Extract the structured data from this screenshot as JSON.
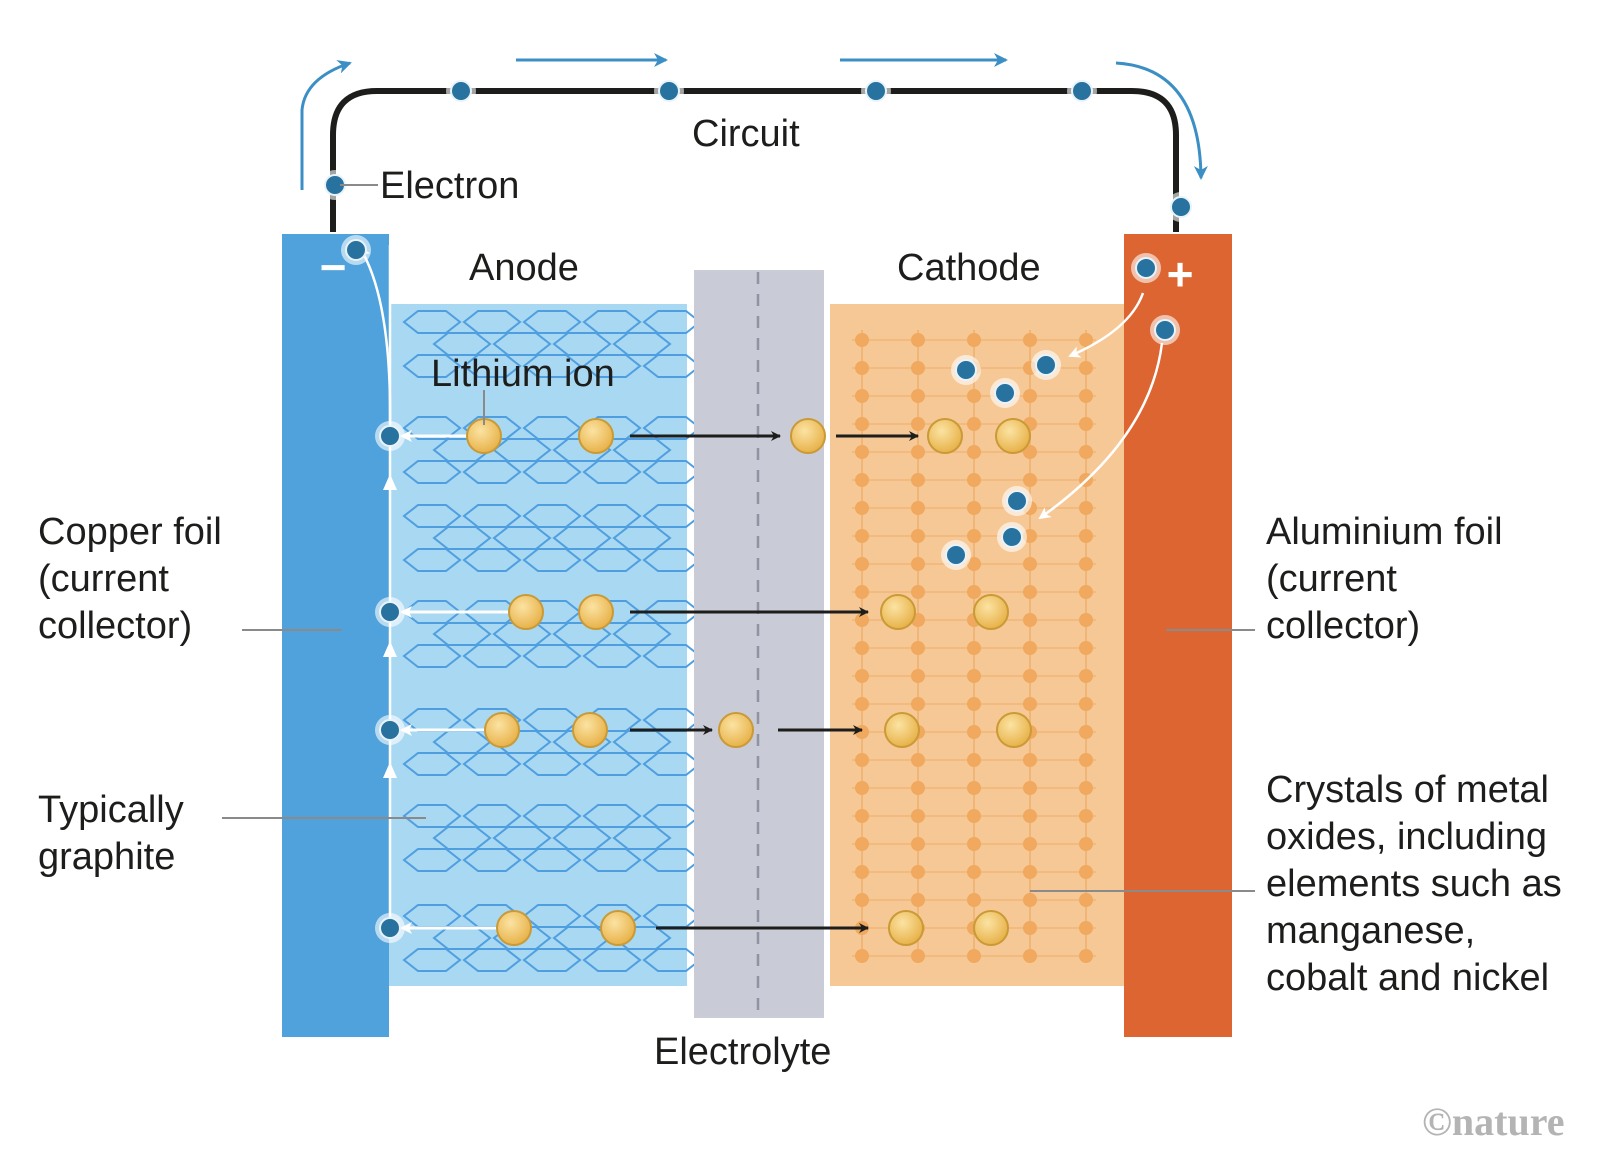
{
  "labels": {
    "circuit": "Circuit",
    "electron": "Electron",
    "anode": "Anode",
    "cathode": "Cathode",
    "lithium_ion": "Lithium ion",
    "electrolyte": "Electrolyte",
    "negative_sign": "−",
    "positive_sign": "+",
    "copper_foil": [
      "Copper foil",
      "(current",
      "collector)"
    ],
    "graphite": [
      "Typically",
      "graphite"
    ],
    "aluminium_foil": [
      "Aluminium foil",
      "(current",
      "collector)"
    ],
    "metal_oxides": [
      "Crystals of metal",
      "oxides, including",
      "elements such as",
      "manganese,",
      "cobalt and nickel"
    ]
  },
  "credit": "©nature",
  "colors": {
    "copper_foil": "#4fa2dc",
    "anode": "#a8d8f2",
    "graphite_lines": "#4f9fe0",
    "electrolyte": "#c9cbd6",
    "cathode": "#f6c896",
    "cathode_lattice": "#f0a95e",
    "aluminium_foil": "#dc6531",
    "electron": "#27729f",
    "lithium_ion": "#f0c76a",
    "arrow_blue": "#3b8fc4"
  }
}
